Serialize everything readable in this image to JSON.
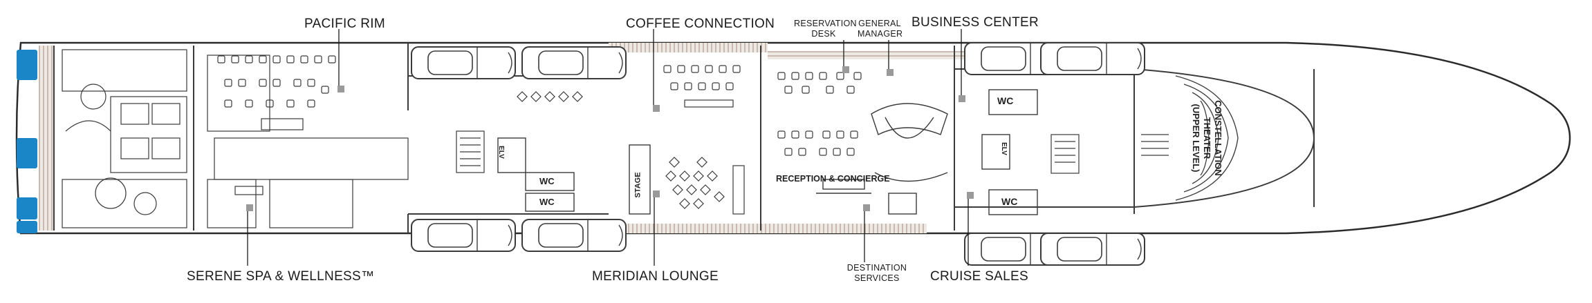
{
  "callouts": {
    "pacific_rim": "PACIFIC RIM",
    "coffee_connection": "COFFEE CONNECTION",
    "reservation_desk": "RESERVATION\nDESK",
    "general_manager": "GENERAL\nMANAGER",
    "business_center": "BUSINESS CENTER",
    "serene_spa": "SERENE SPA & WELLNESS™",
    "meridian_lounge": "MERIDIAN LOUNGE",
    "destination_services": "DESTINATION\nSERVICES",
    "cruise_sales": "CRUISE SALES"
  },
  "rooms": {
    "reception": "RECEPTION & CONCIERGE",
    "stage": "STAGE",
    "wc": "WC",
    "elv": "ELV",
    "theater": "CONSTELLATION\nTHEATER\n(UPPER LEVEL)"
  },
  "colors": {
    "line": "#3a3a3a",
    "wall": "#555555",
    "marker": "#9a9a9a",
    "deck_planks": "#b8a79b",
    "stern_accent": "#1a86c7",
    "hull_fill": "#ffffff"
  },
  "icons": [
    "elevator-icon",
    "stairs-icon",
    "lifeboat-icon",
    "accessible-icon"
  ]
}
